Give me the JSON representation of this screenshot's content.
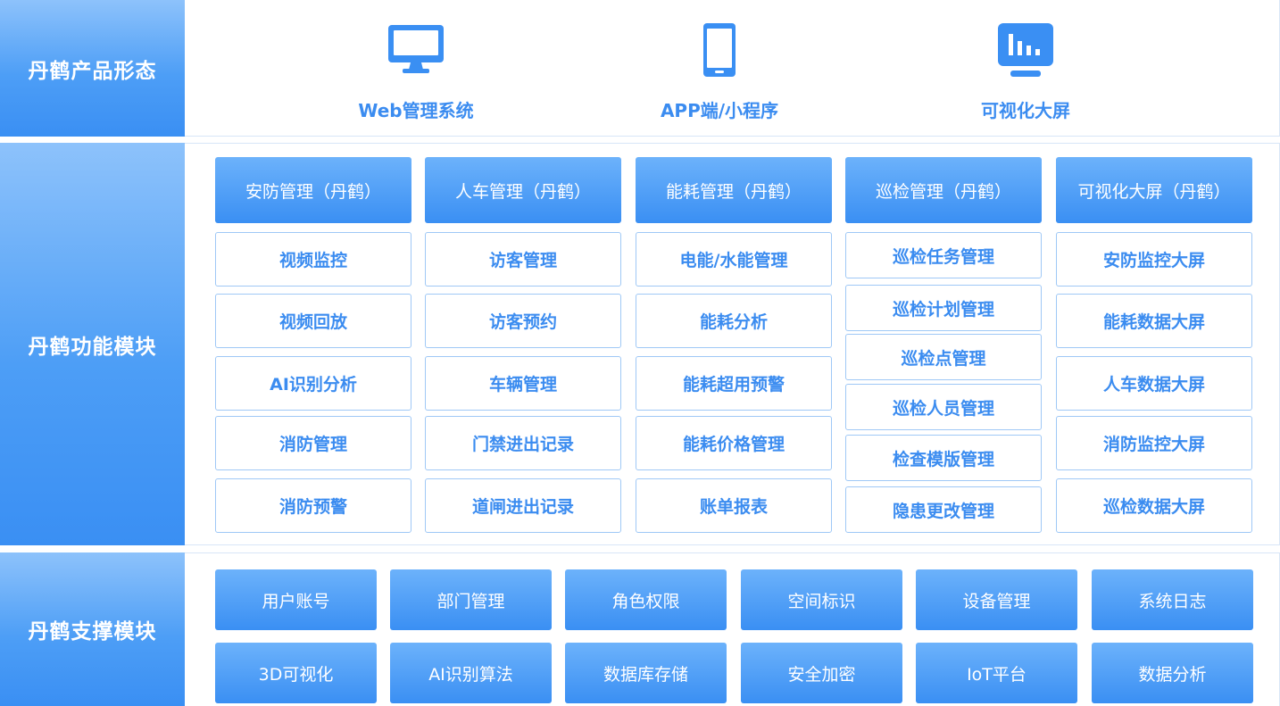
{
  "rows": {
    "products": {
      "label": "丹鹤产品形态",
      "items": [
        {
          "label": "Web管理系统",
          "icon": "monitor-icon"
        },
        {
          "label": "APP端/小程序",
          "icon": "phone-icon"
        },
        {
          "label": "可视化大屏",
          "icon": "dashboard-screen-icon"
        }
      ]
    },
    "modules": {
      "label": "丹鹤功能模块",
      "columns": [
        {
          "header": "安防管理（丹鹤）",
          "items": [
            "视频监控",
            "视频回放",
            "AI识别分析",
            "消防管理",
            "消防预警"
          ]
        },
        {
          "header": "人车管理（丹鹤）",
          "items": [
            "访客管理",
            "访客预约",
            "车辆管理",
            "门禁进出记录",
            "道闸进出记录"
          ]
        },
        {
          "header": "能耗管理（丹鹤）",
          "items": [
            "电能/水能管理",
            "能耗分析",
            "能耗超用预警",
            "能耗价格管理",
            "账单报表"
          ]
        },
        {
          "header": "巡检管理（丹鹤）",
          "items": [
            "巡检任务管理",
            "巡检计划管理",
            "巡检点管理",
            "巡检人员管理",
            "检查模版管理",
            "隐患更改管理"
          ]
        },
        {
          "header": "可视化大屏（丹鹤）",
          "items": [
            "安防监控大屏",
            "能耗数据大屏",
            "人车数据大屏",
            "消防监控大屏",
            "巡检数据大屏"
          ]
        }
      ]
    },
    "support": {
      "label": "丹鹤支撑模块",
      "items": [
        "用户账号",
        "部门管理",
        "角色权限",
        "空间标识",
        "设备管理",
        "系统日志",
        "3D可视化",
        "AI识别算法",
        "数据库存储",
        "安全加密",
        "IoT平台",
        "数据分析"
      ]
    }
  },
  "colors": {
    "primary": "#3a8ff3",
    "primary_light": "#8dc2fb",
    "text_blue": "#3b8cf0",
    "border": "#9fc8f6"
  }
}
